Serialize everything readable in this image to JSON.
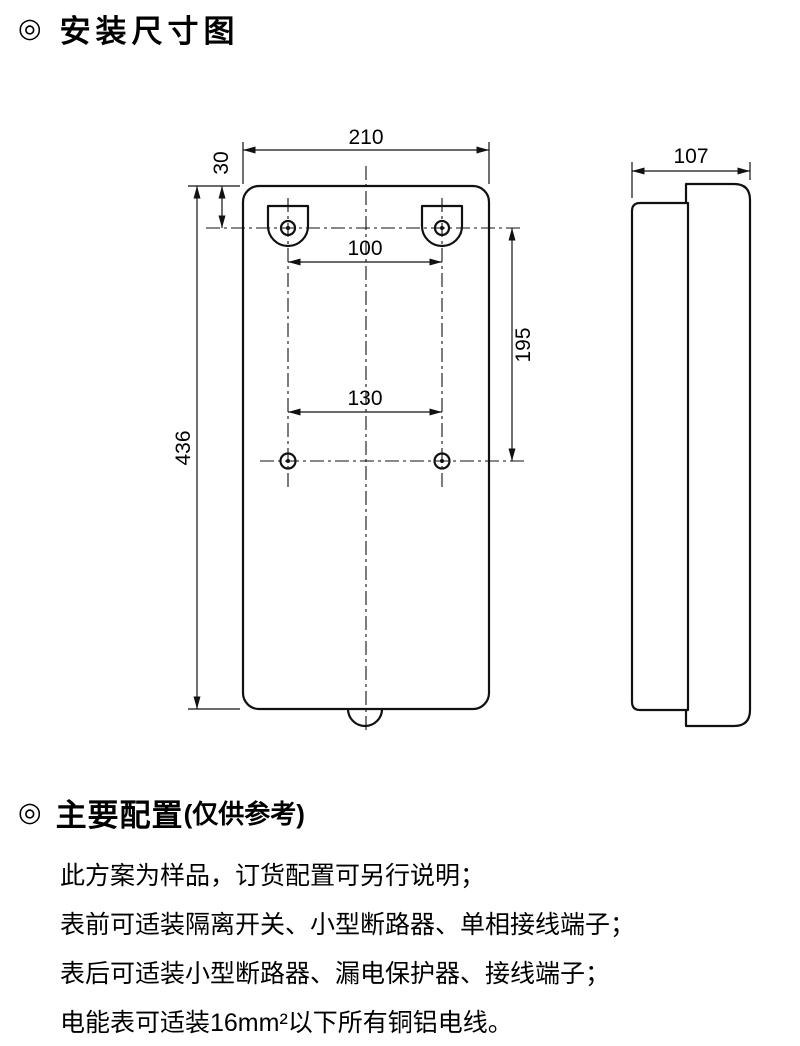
{
  "page": {
    "bullet": "◎",
    "section_install": {
      "title": "安装尺寸图"
    },
    "section_config": {
      "title": "主要配置",
      "subtitle": "(仅供参考)"
    },
    "notes": [
      "此方案为样品，订货配置可另行说明；",
      "表前可适装隔离开关、小型断路器、单相接线端子；",
      "表后可适装小型断路器、漏电保护器、接线端子；",
      "电能表可适装16mm²以下所有铜铝电线。"
    ]
  },
  "drawing": {
    "front_view": {
      "width": "210",
      "top_hole_offset": "30",
      "top_hole_spacing": "100",
      "hole_row_spacing": "195",
      "bottom_hole_spacing": "130",
      "height": "436"
    },
    "side_view": {
      "depth": "107"
    }
  },
  "colors": {
    "line": "#111111",
    "background": "#ffffff"
  }
}
